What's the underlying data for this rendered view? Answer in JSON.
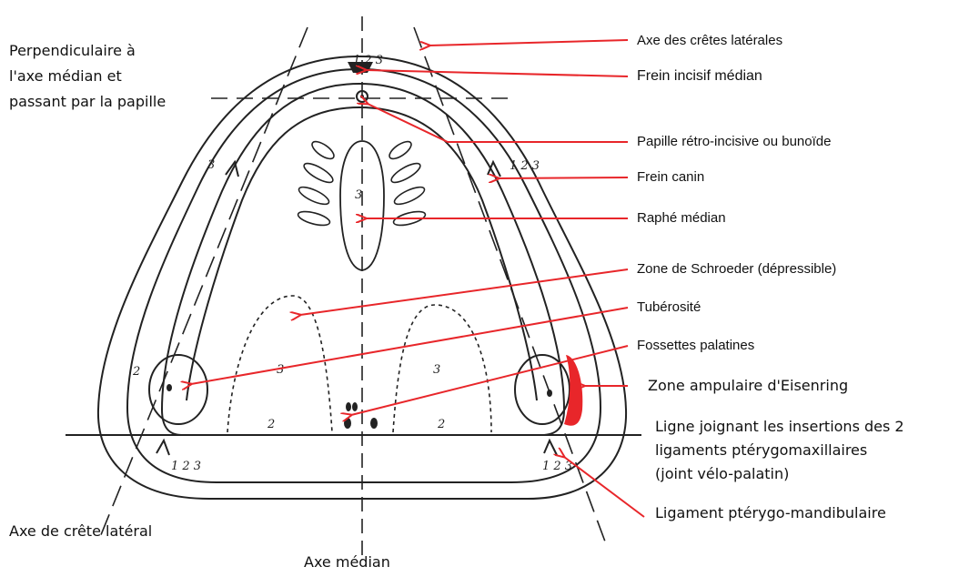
{
  "labels": {
    "axe_cretes_laterales": "Axe des crêtes latérales",
    "frein_incisif": "Frein incisif médian",
    "papille": "Papille rétro-incisive ou bunoïde",
    "frein_canin": "Frein canin",
    "raphe": "Raphé médian",
    "schroeder": "Zone de Schroeder (dépressible)",
    "tuberosite": "Tubérosité",
    "fossettes": "Fossettes palatines",
    "eisenring": "Zone ampulaire d'Eisenring",
    "ligne_joignant": "Ligne joignant les insertions des 2\nligaments ptérygomaxillaires\n(joint vélo-palatin)",
    "ligament": "Ligament ptérygo-mandibulaire",
    "perpendiculaire": "Perpendiculaire à\nl'axe médian et\npassant par la papille",
    "axe_crete_lateral": "Axe de crête latéral",
    "axe_median": "Axe médian"
  },
  "zone_numbers": {
    "n1": "1",
    "n2": "2",
    "n3": "3",
    "n12": "1 2 3"
  },
  "colors": {
    "arrow": "#e8262a",
    "ink": "#222222",
    "eisenring_fill": "#e8262a"
  }
}
